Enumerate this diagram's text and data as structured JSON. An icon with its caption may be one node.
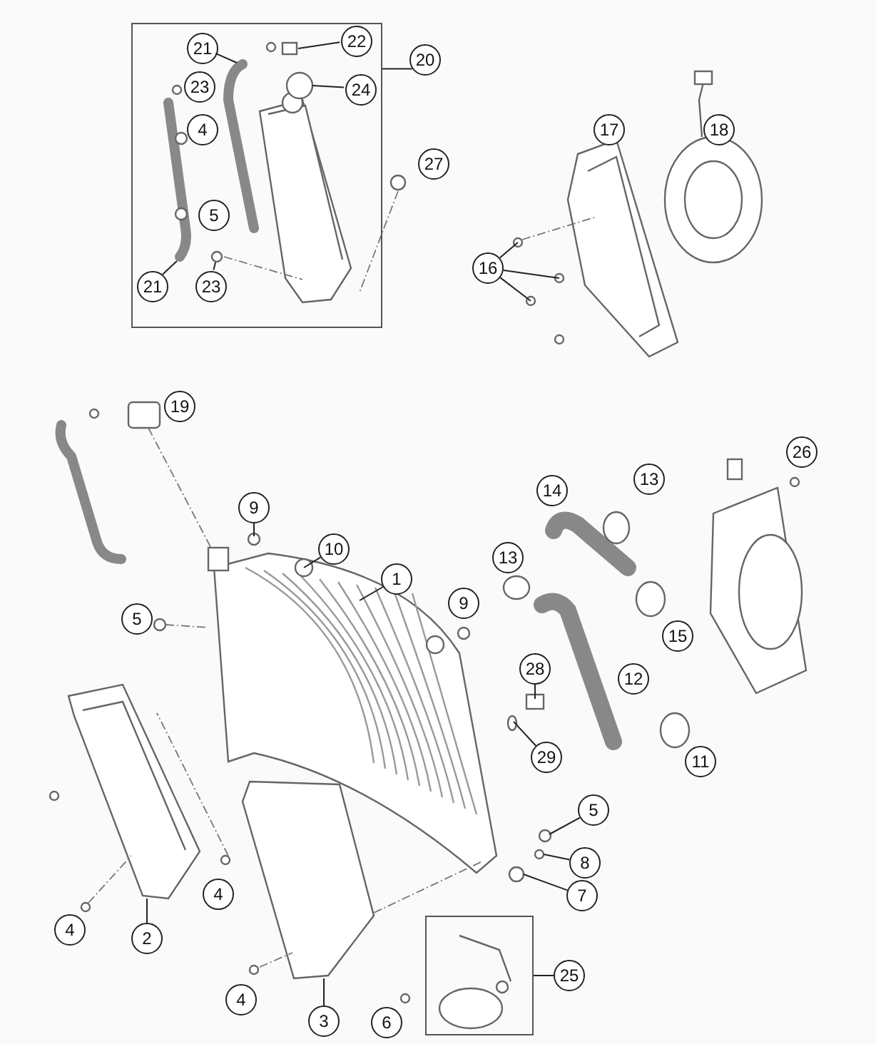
{
  "diagram": {
    "nodes": [
      {
        "text": [],
        "shape": "box"
      },
      {
        "text": [
          "21"
        ],
        "in": 0
      },
      {
        "text": [
          "22"
        ],
        "in": 0
      },
      {
        "text": [
          "20"
        ]
      },
      {
        "text": [
          "24"
        ],
        "in": 0
      },
      {
        "text": [
          "23"
        ],
        "in": 0
      },
      {
        "text": [
          "4"
        ],
        "in": 0
      },
      {
        "text": [
          "17"
        ]
      },
      {
        "text": [
          "18"
        ]
      },
      {
        "text": [
          "27"
        ]
      },
      {
        "text": [
          "5"
        ],
        "in": 0
      },
      {
        "text": [
          "21"
        ],
        "in": 0
      },
      {
        "text": [
          "16"
        ]
      },
      {
        "text": [
          "23"
        ],
        "in": 0
      },
      {
        "text": [
          "19"
        ]
      },
      {
        "text": [
          "26"
        ]
      },
      {
        "text": [
          "13"
        ]
      },
      {
        "text": [
          "14"
        ]
      },
      {
        "text": [
          "9"
        ]
      },
      {
        "text": [
          "10"
        ]
      },
      {
        "text": [
          "13"
        ]
      },
      {
        "text": [
          "1"
        ]
      },
      {
        "text": [
          "9"
        ]
      },
      {
        "text": [
          "5"
        ]
      },
      {
        "text": [
          "15"
        ]
      },
      {
        "text": [
          "28"
        ]
      },
      {
        "text": [
          "12"
        ]
      },
      {
        "text": [
          "29"
        ]
      },
      {
        "text": [
          "11"
        ]
      },
      {
        "text": [
          "5"
        ]
      },
      {
        "text": [
          "8"
        ]
      },
      {
        "text": [
          "4"
        ]
      },
      {
        "text": [
          "7"
        ]
      },
      {
        "text": [],
        "shape": "box"
      },
      {
        "text": [
          "4"
        ]
      },
      {
        "text": [
          "2"
        ]
      },
      {
        "text": [
          "25"
        ]
      },
      {
        "text": [
          "4"
        ]
      },
      {
        "text": [
          "3"
        ]
      },
      {
        "text": [
          "6"
        ]
      }
    ],
    "edges": [
      {
        "from": 1,
        "to": null,
        "arrow": "none"
      },
      {
        "from": 2,
        "to": null,
        "arrow": "none"
      },
      {
        "from": 3,
        "to": 0,
        "arrow": "none"
      },
      {
        "from": 4,
        "to": null,
        "arrow": "none"
      },
      {
        "from": 11,
        "to": null,
        "arrow": "none"
      },
      {
        "from": 13,
        "to": null,
        "arrow": "none"
      },
      {
        "from": 12,
        "to": null,
        "arrow": "none"
      },
      {
        "from": 12,
        "to": null,
        "arrow": "none"
      },
      {
        "from": 12,
        "to": null,
        "arrow": "none"
      },
      {
        "from": 18,
        "to": null,
        "arrow": "none"
      },
      {
        "from": 19,
        "to": null,
        "arrow": "none"
      },
      {
        "from": 21,
        "to": null,
        "arrow": "none"
      },
      {
        "from": 25,
        "to": null,
        "arrow": "none"
      },
      {
        "from": 27,
        "to": null,
        "arrow": "none"
      },
      {
        "from": 29,
        "to": null,
        "arrow": "none"
      },
      {
        "from": 30,
        "to": null,
        "arrow": "none"
      },
      {
        "from": 32,
        "to": null,
        "arrow": "none"
      },
      {
        "from": 35,
        "to": null,
        "arrow": "none"
      },
      {
        "from": 36,
        "to": 33,
        "arrow": "none"
      },
      {
        "from": 38,
        "to": null,
        "arrow": "none"
      }
    ]
  }
}
